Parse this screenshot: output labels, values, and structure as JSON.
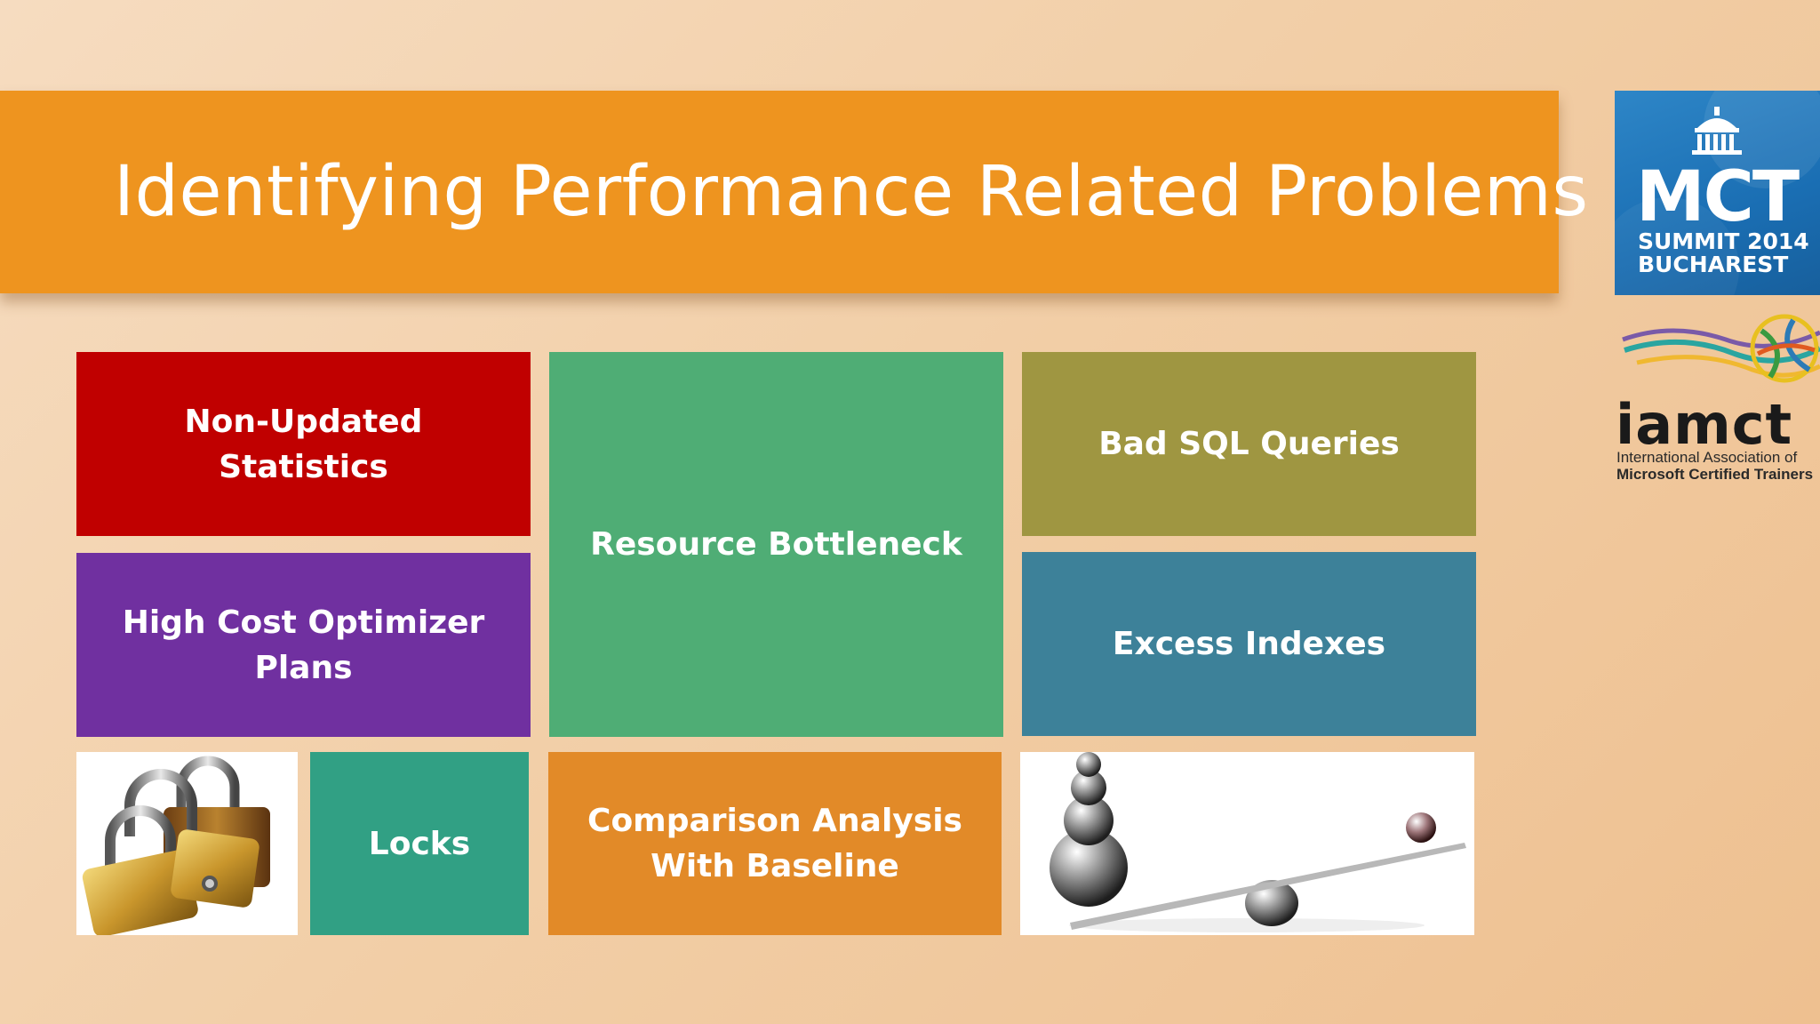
{
  "slide": {
    "title": "Identifying Performance Related Problems"
  },
  "tiles": {
    "non_updated_statistics": "Non-Updated\nStatistics",
    "resource_bottleneck": "Resource Bottleneck",
    "bad_sql_queries": "Bad SQL Queries",
    "high_cost_optimizer_plans": "High Cost Optimizer Plans",
    "excess_indexes": "Excess Indexes",
    "locks": "Locks",
    "comparison_analysis": "Comparison Analysis\nWith Baseline"
  },
  "logos": {
    "mct": {
      "big": "MCT",
      "line1": "SUMMIT 2014",
      "line2": "BUCHAREST"
    },
    "iamct": {
      "word": "iamct",
      "line1": "International  Association  of",
      "line2": "Microsoft Certified Trainers"
    }
  },
  "colors": {
    "title_bar": "#ee941f",
    "red": "#c00000",
    "green": "#4fad75",
    "olive": "#9f9641",
    "purple": "#7030a0",
    "teal_blue": "#3d8199",
    "teal": "#31a084",
    "orange": "#e28a28"
  },
  "icons": {
    "padlocks": "padlocks-image",
    "balance": "balance-image"
  }
}
